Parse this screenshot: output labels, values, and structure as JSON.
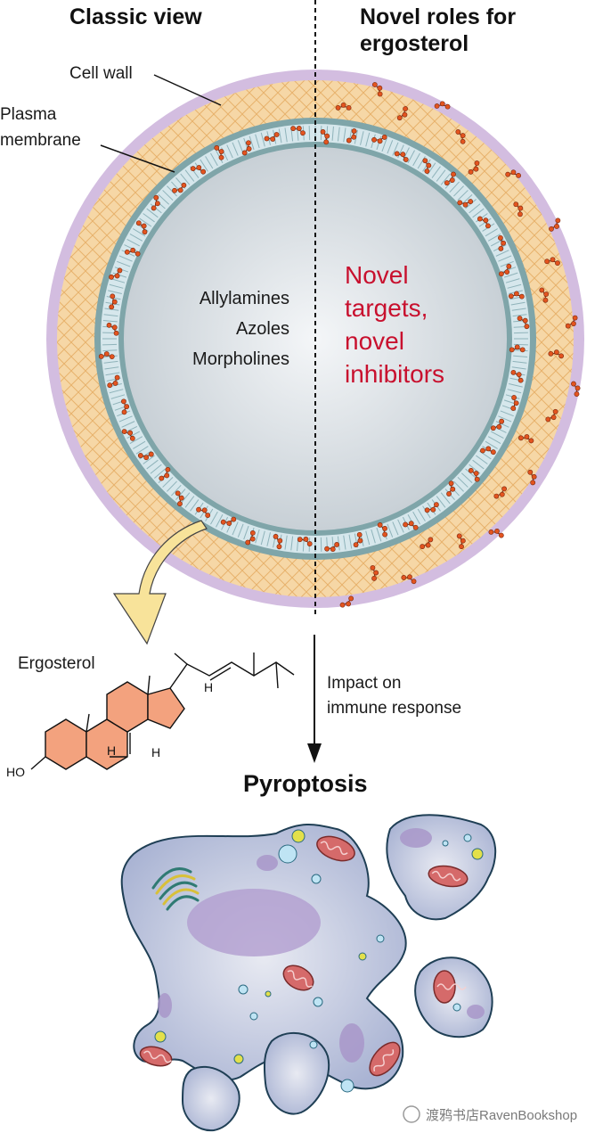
{
  "headings": {
    "left": "Classic view",
    "right_line1": "Novel roles for",
    "right_line2": "ergosterol"
  },
  "labels": {
    "cell_wall": "Cell wall",
    "plasma_line1": "Plasma",
    "plasma_line2": "membrane",
    "ergosterol": "Ergosterol",
    "impact_line1": "Impact on",
    "impact_line2": "immune response",
    "pyroptosis": "Pyroptosis"
  },
  "drugs": [
    "Allylamines",
    "Azoles",
    "Morpholines"
  ],
  "novel": [
    "Novel",
    "targets,",
    "novel",
    "inhibitors"
  ],
  "atoms": {
    "hydroxyl": "HO",
    "h_ring": "H",
    "h_junction": "H",
    "h_chain": "H"
  },
  "watermark": "渡鸦书店RavenBookshop",
  "colors": {
    "cell_wall": "#f6d7a6",
    "wall_lattice": "#e3a85d",
    "outer_rim": "#d3bde0",
    "membrane": "#7fa5a9",
    "membrane_fill": "#c9dfe6",
    "cytoplasm": "#dfe5e9",
    "ergosterol_mol": "#e3541f",
    "ring_fill": "#f3a27e",
    "arrow_fill": "#f8e39a",
    "novel_text": "#c8102e",
    "cell_body": "#b9c2dc",
    "mitochondria": "#d56a6a"
  }
}
